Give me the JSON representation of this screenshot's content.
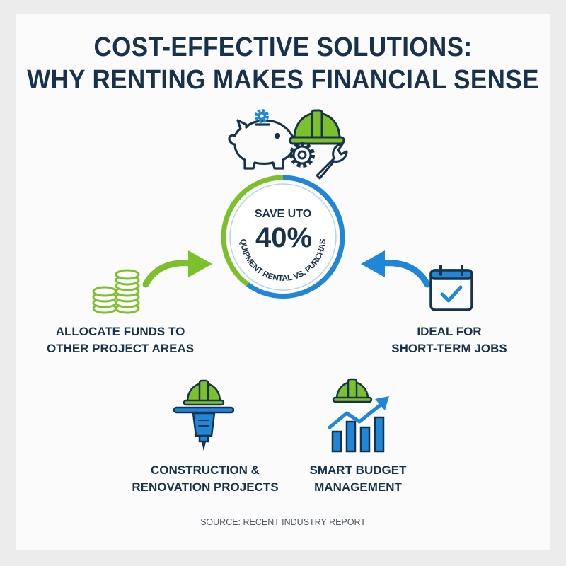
{
  "title": {
    "line1": "COST-EFFECTIVE SOLUTIONS:",
    "line2": "WHY RENTING MAKES FINANCIAL SENSE"
  },
  "center": {
    "top_text": "SAVE UTO",
    "value": "40%",
    "arc_text": "EQUIPMENT RENTAL VS. PURCHASE"
  },
  "items": {
    "allocate": {
      "line1": "ALLOCATE FUNDS TO",
      "line2": "OTHER PROJECT AREAS"
    },
    "ideal": {
      "line1": "IDEAL FOR",
      "line2": "SHORT-TERM JOBS"
    },
    "construction": {
      "line1": "CONSTRUCTION &",
      "line2": "RENOVATION PROJECTS"
    },
    "budget": {
      "line1": "SMART BUDGET",
      "line2": "MANAGEMENT"
    }
  },
  "source": "SOURCE: RECENT INDUSTRY REPORT",
  "colors": {
    "navy": "#18324e",
    "green": "#7cc12c",
    "blue": "#1f86d8"
  }
}
